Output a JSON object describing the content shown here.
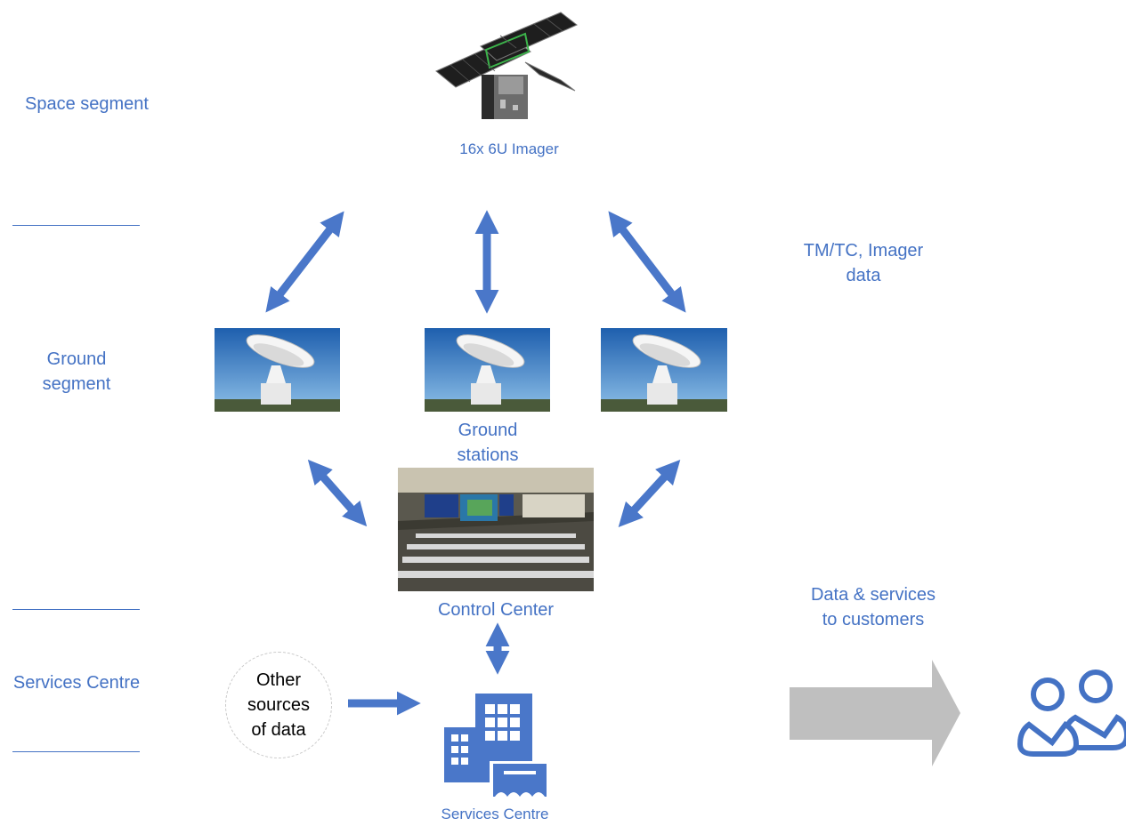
{
  "segments": {
    "space": "Space segment",
    "ground": "Ground\nsegment",
    "services": "Services Centre"
  },
  "satellite": {
    "label": "16x 6U Imager",
    "icon": "satellite-icon"
  },
  "links": {
    "tm_tc": "TM/TC, Imager\ndata"
  },
  "ground_stations": {
    "label": "Ground\nstations",
    "icon": "antenna-dish-icon"
  },
  "control_center": {
    "label": "Control Center"
  },
  "other_sources": {
    "label": "Other\nsources\nof data"
  },
  "services_centre": {
    "label": "Services Centre",
    "icon": "building-icon"
  },
  "customers": {
    "label": "Data & services\nto customers",
    "icon": "users-icon"
  },
  "colors": {
    "accent": "#4472c4",
    "arrow_blue": "#4a77c9",
    "arrow_gray": "#bfbfbf"
  }
}
